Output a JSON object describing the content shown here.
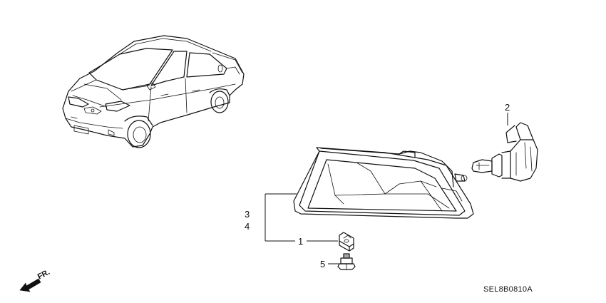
{
  "diagram": {
    "callouts": {
      "part_1": "1",
      "part_2": "2",
      "part_3": "3",
      "part_4": "4",
      "part_5": "5"
    },
    "front_indicator": "FR.",
    "diagram_code": "SEL8B0810A"
  },
  "icons": {
    "vehicle": "vehicle-illustration-icon",
    "fog_lamp": "fog-lamp-assembly-icon",
    "bulb": "bulb-icon",
    "clip": "clip-nut-icon",
    "bolt": "bolt-icon",
    "front_arrow": "front-arrow-icon"
  },
  "colors": {
    "line": "#111111",
    "background": "#ffffff"
  }
}
